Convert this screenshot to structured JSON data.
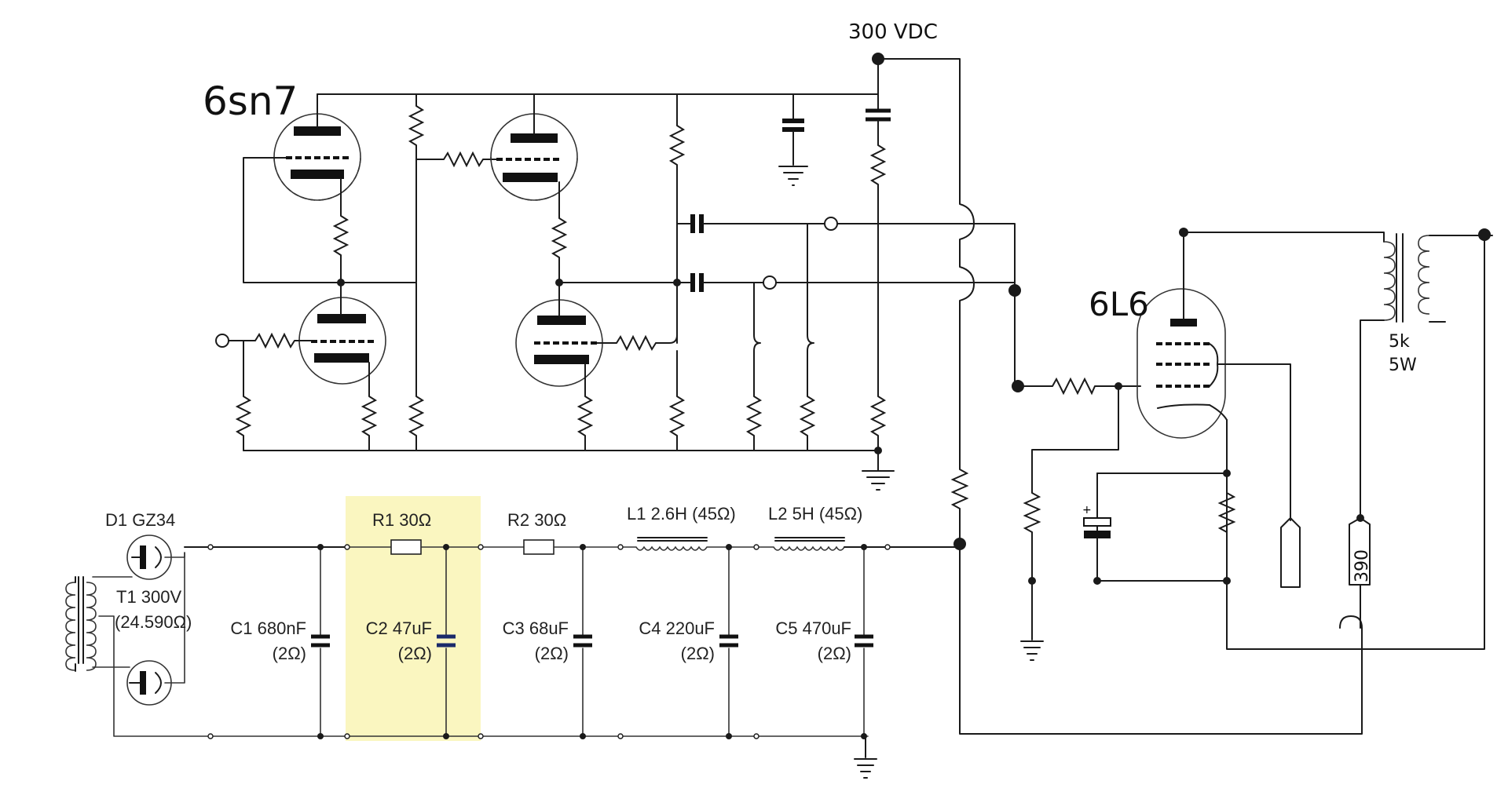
{
  "labels": {
    "supply_voltage": "300 VDC",
    "preamp_tube": "6sn7",
    "output_tube": "6L6",
    "output_resistor_value": "5k",
    "output_resistor_power": "5W",
    "cathode_resistor": "390"
  },
  "power_supply": {
    "rectifier": "D1 GZ34",
    "transformer": "T1 300V",
    "transformer_resistance": "(24.590Ω)",
    "r1": "R1 30Ω",
    "r2": "R2 30Ω",
    "l1": "L1 2.6H (45Ω)",
    "l2": "L2 5H (45Ω)",
    "c1_value": "C1 680nF",
    "c1_esr": "(2Ω)",
    "c2_value": "C2 47uF",
    "c2_esr": "(2Ω)",
    "c3_value": "C3 68uF",
    "c3_esr": "(2Ω)",
    "c4_value": "C4 220uF",
    "c4_esr": "(2Ω)",
    "c5_value": "C5 470uF",
    "c5_esr": "(2Ω)"
  },
  "colors": {
    "highlight": "#faf6c0",
    "wire": "#1a1a1a",
    "c2_accent": "#1a2a6a"
  }
}
